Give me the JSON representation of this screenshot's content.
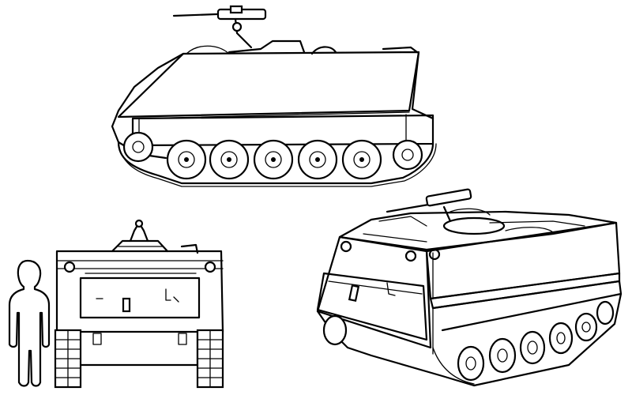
{
  "figure": {
    "views": [
      "side-view",
      "front-view",
      "three-quarter-view"
    ],
    "scale_reference": "human-silhouette",
    "line_color": "#000000",
    "background_color": "#ffffff"
  }
}
